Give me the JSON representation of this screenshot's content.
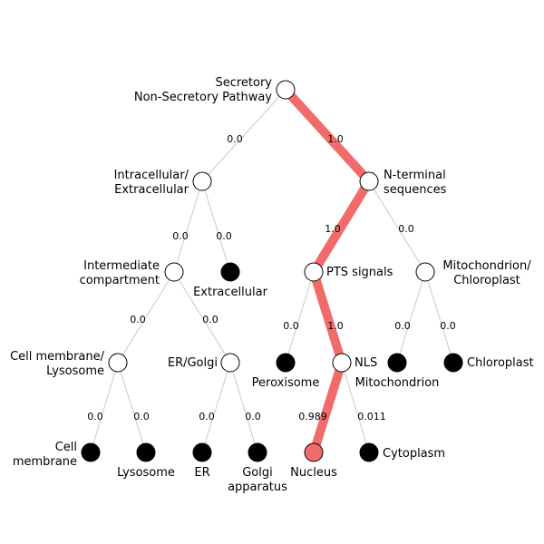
{
  "colors": {
    "highlight": "#f26b6b",
    "edge": "#c8c8c8",
    "internal_node": "#ffffff",
    "leaf_node": "#000000"
  },
  "nodes": {
    "root": {
      "label": [
        "Secretory",
        "Non-Secretory Pathway"
      ],
      "type": "internal"
    },
    "intra_extra": {
      "label": [
        "Intracellular/",
        "Extracellular"
      ],
      "type": "internal"
    },
    "nterm": {
      "label": [
        "N-terminal",
        "sequences"
      ],
      "type": "internal"
    },
    "intermediate": {
      "label": [
        "Intermediate",
        "compartment"
      ],
      "type": "internal"
    },
    "extracellular": {
      "label": [
        "Extracellular"
      ],
      "type": "leaf"
    },
    "pts": {
      "label": [
        "PTS signals"
      ],
      "type": "internal"
    },
    "mito_chloro": {
      "label": [
        "Mitochondrion/",
        "Chloroplast"
      ],
      "type": "internal"
    },
    "cellmem_lyso": {
      "label": [
        "Cell membrane/",
        "Lysosome"
      ],
      "type": "internal"
    },
    "er_golgi": {
      "label": [
        "ER/Golgi"
      ],
      "type": "internal"
    },
    "peroxisome": {
      "label": [
        "Peroxisome"
      ],
      "type": "leaf"
    },
    "nls": {
      "label": [
        "NLS"
      ],
      "type": "internal"
    },
    "mitochondrion": {
      "label": [
        "Mitochondrion"
      ],
      "type": "leaf"
    },
    "chloroplast": {
      "label": [
        "Chloroplast"
      ],
      "type": "leaf"
    },
    "cell_membrane": {
      "label": [
        "Cell",
        "membrane"
      ],
      "type": "leaf"
    },
    "lysosome": {
      "label": [
        "Lysosome"
      ],
      "type": "leaf"
    },
    "er": {
      "label": [
        "ER"
      ],
      "type": "leaf"
    },
    "golgi": {
      "label": [
        "Golgi",
        "apparatus"
      ],
      "type": "leaf"
    },
    "nucleus": {
      "label": [
        "Nucleus"
      ],
      "type": "selected"
    },
    "cytoplasm": {
      "label": [
        "Cytoplasm"
      ],
      "type": "leaf"
    }
  },
  "edges": [
    {
      "from": "root",
      "to": "intra_extra",
      "prob": "0.0",
      "highlight": false
    },
    {
      "from": "root",
      "to": "nterm",
      "prob": "1.0",
      "highlight": true
    },
    {
      "from": "intra_extra",
      "to": "intermediate",
      "prob": "0.0",
      "highlight": false
    },
    {
      "from": "intra_extra",
      "to": "extracellular",
      "prob": "0.0",
      "highlight": false
    },
    {
      "from": "nterm",
      "to": "pts",
      "prob": "1.0",
      "highlight": true
    },
    {
      "from": "nterm",
      "to": "mito_chloro",
      "prob": "0.0",
      "highlight": false
    },
    {
      "from": "intermediate",
      "to": "cellmem_lyso",
      "prob": "0.0",
      "highlight": false
    },
    {
      "from": "intermediate",
      "to": "er_golgi",
      "prob": "0.0",
      "highlight": false
    },
    {
      "from": "pts",
      "to": "peroxisome",
      "prob": "0.0",
      "highlight": false
    },
    {
      "from": "pts",
      "to": "nls",
      "prob": "1.0",
      "highlight": true
    },
    {
      "from": "mito_chloro",
      "to": "mitochondrion",
      "prob": "0.0",
      "highlight": false
    },
    {
      "from": "mito_chloro",
      "to": "chloroplast",
      "prob": "0.0",
      "highlight": false
    },
    {
      "from": "cellmem_lyso",
      "to": "cell_membrane",
      "prob": "0.0",
      "highlight": false
    },
    {
      "from": "cellmem_lyso",
      "to": "lysosome",
      "prob": "0.0",
      "highlight": false
    },
    {
      "from": "er_golgi",
      "to": "er",
      "prob": "0.0",
      "highlight": false
    },
    {
      "from": "er_golgi",
      "to": "golgi",
      "prob": "0.0",
      "highlight": false
    },
    {
      "from": "nls",
      "to": "nucleus",
      "prob": "0.989",
      "highlight": true
    },
    {
      "from": "nls",
      "to": "cytoplasm",
      "prob": "0.011",
      "highlight": false
    }
  ]
}
